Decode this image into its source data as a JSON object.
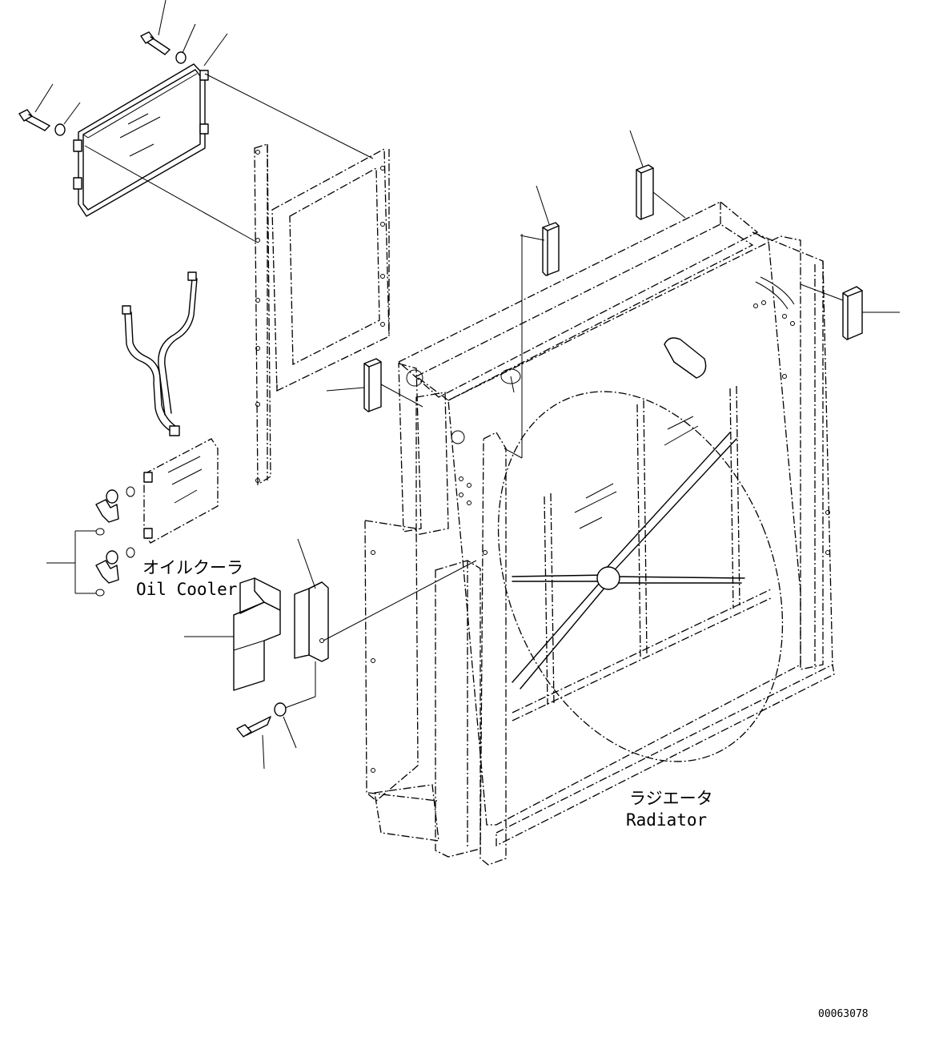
{
  "labels": {
    "oil_cooler_jp": "オイルクーラ",
    "oil_cooler_en": "Oil Cooler",
    "radiator_jp": "ラジエータ",
    "radiator_en": "Radiator",
    "drawing_number": "00063078"
  },
  "colors": {
    "line": "#000000",
    "background": "#ffffff"
  }
}
